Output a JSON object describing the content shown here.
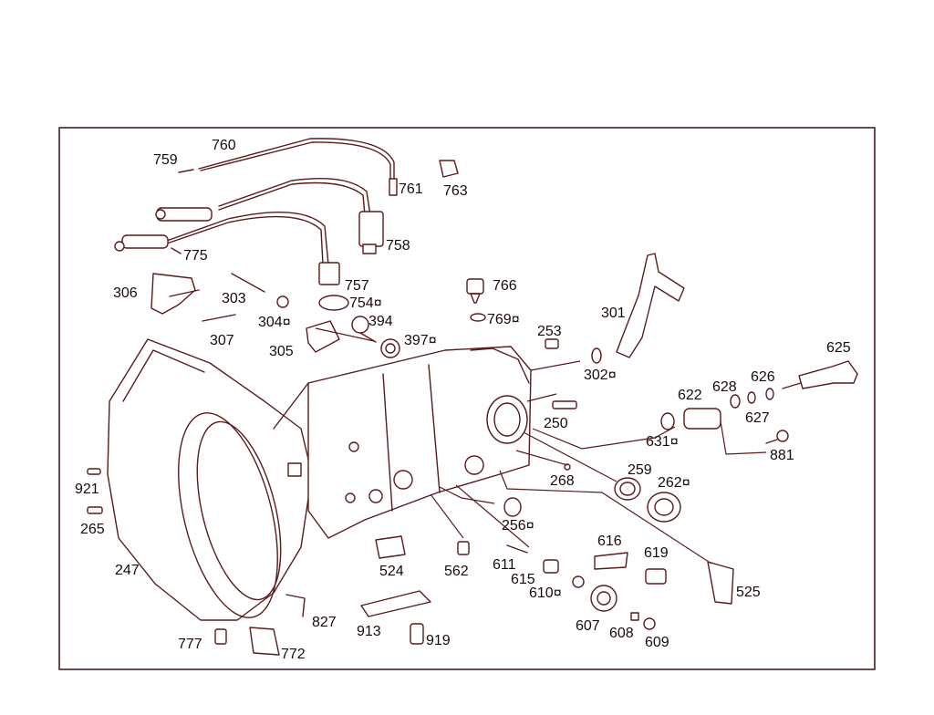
{
  "callouts": [
    {
      "id": "759",
      "text": "759"
    },
    {
      "id": "760",
      "text": "760"
    },
    {
      "id": "761",
      "text": "761"
    },
    {
      "id": "763",
      "text": "763"
    },
    {
      "id": "758",
      "text": "758"
    },
    {
      "id": "775",
      "text": "775"
    },
    {
      "id": "306",
      "text": "306"
    },
    {
      "id": "303",
      "text": "303"
    },
    {
      "id": "757",
      "text": "757"
    },
    {
      "id": "754",
      "text": "754¤"
    },
    {
      "id": "304",
      "text": "304¤"
    },
    {
      "id": "394",
      "text": "394"
    },
    {
      "id": "307",
      "text": "307"
    },
    {
      "id": "305",
      "text": "305"
    },
    {
      "id": "397",
      "text": "397¤"
    },
    {
      "id": "766",
      "text": "766"
    },
    {
      "id": "769",
      "text": "769¤"
    },
    {
      "id": "301",
      "text": "301"
    },
    {
      "id": "253",
      "text": "253"
    },
    {
      "id": "302",
      "text": "302¤"
    },
    {
      "id": "625",
      "text": "625"
    },
    {
      "id": "628",
      "text": "628"
    },
    {
      "id": "626",
      "text": "626"
    },
    {
      "id": "622",
      "text": "622"
    },
    {
      "id": "627",
      "text": "627"
    },
    {
      "id": "250",
      "text": "250"
    },
    {
      "id": "631",
      "text": "631¤"
    },
    {
      "id": "881",
      "text": "881"
    },
    {
      "id": "268",
      "text": "268"
    },
    {
      "id": "259",
      "text": "259"
    },
    {
      "id": "262",
      "text": "262¤"
    },
    {
      "id": "921",
      "text": "921"
    },
    {
      "id": "265",
      "text": "265"
    },
    {
      "id": "256",
      "text": "256¤"
    },
    {
      "id": "616",
      "text": "616"
    },
    {
      "id": "619",
      "text": "619"
    },
    {
      "id": "524",
      "text": "524"
    },
    {
      "id": "562",
      "text": "562"
    },
    {
      "id": "611",
      "text": "611"
    },
    {
      "id": "615",
      "text": "615"
    },
    {
      "id": "610",
      "text": "610¤"
    },
    {
      "id": "525",
      "text": "525"
    },
    {
      "id": "247",
      "text": "247"
    },
    {
      "id": "827",
      "text": "827"
    },
    {
      "id": "607",
      "text": "607"
    },
    {
      "id": "608",
      "text": "608"
    },
    {
      "id": "609",
      "text": "609"
    },
    {
      "id": "913",
      "text": "913"
    },
    {
      "id": "919",
      "text": "919"
    },
    {
      "id": "777",
      "text": "777"
    },
    {
      "id": "772",
      "text": "772"
    }
  ]
}
